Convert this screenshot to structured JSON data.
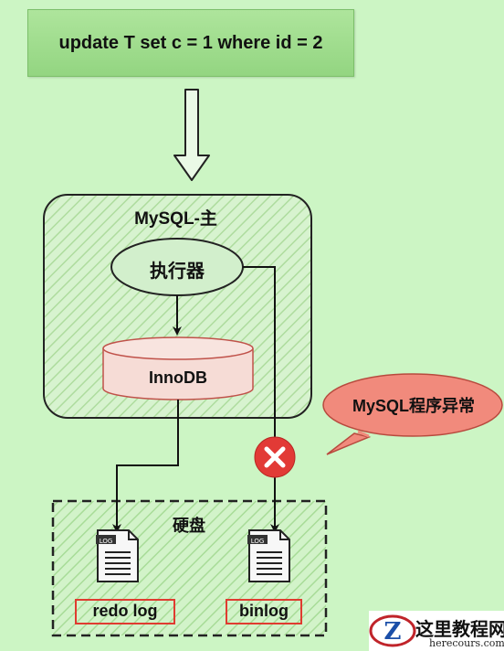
{
  "sql_statement": "update T set c = 1 where id = 2",
  "mysql_master": {
    "title": "MySQL-主"
  },
  "executor": {
    "label": "执行器"
  },
  "innodb": {
    "label": "InnoDB"
  },
  "disk": {
    "title": "硬盘"
  },
  "files": {
    "redo_log": {
      "label": "redo log",
      "icon_text": "LOG"
    },
    "binlog": {
      "label": "binlog",
      "icon_text": "LOG"
    }
  },
  "error_bubble": {
    "text": "MySQL程序异常"
  },
  "watermark": {
    "main": "这里教程网",
    "sub": "herecours.com"
  },
  "colors": {
    "background": "#ccf5c4",
    "sql_box": "#a5e093",
    "executor_fill": "#d2efcc",
    "innodb_fill": "#f6dcd6",
    "innodb_border": "#c0524a",
    "error_red": "#e23a36",
    "bubble_fill": "#f18a7c",
    "highlight_border": "#e03b30"
  },
  "icons": {
    "arrow": "hollow-down-arrow-icon",
    "error": "x-circle-icon",
    "file": "log-file-icon"
  }
}
